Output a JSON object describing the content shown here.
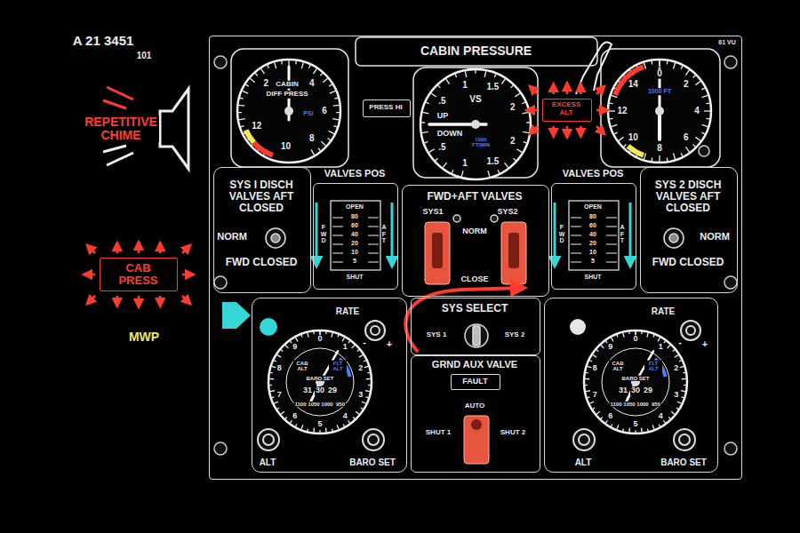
{
  "diagram": {
    "nodes": [
      {
        "text": [
          "CAB PRESS"
        ]
      },
      {
        "text": [
          "CABIN PRESSURE"
        ]
      },
      {
        "text": [
          "PRESS HI"
        ],
        "in": 1
      },
      {
        "text": [
          "EXCESS ALT"
        ],
        "in": 1
      },
      {
        "text": [
          "SYS I DISCH VALVES AFT CLOSED",
          "NORM",
          "FWD CLOSED"
        ],
        "in": 1
      },
      {
        "text": [
          "VALVES POS",
          "OPEN",
          "80",
          "60",
          "40",
          "20",
          "10",
          "5",
          "SHUT",
          "FWD",
          "AFT"
        ],
        "in": 1
      },
      {
        "text": [
          "FWD+AFT VALVES",
          "SYS1",
          "SYS2",
          "NORM",
          "CLOSE"
        ],
        "in": 1
      },
      {
        "text": [
          "VALVES POS",
          "OPEN",
          "80",
          "60",
          "40",
          "20",
          "10",
          "5",
          "SHUT",
          "FWD",
          "AFT"
        ],
        "in": 1
      },
      {
        "text": [
          "SYS 2 DISCH VALVES AFT CLOSED",
          "NORM",
          "FWD CLOSED"
        ],
        "in": 1
      },
      {
        "text": [
          "RATE",
          "ALT",
          "BARO SET"
        ],
        "in": 1
      },
      {
        "text": [
          "SYS SELECT",
          "SYS 1",
          "SYS 2"
        ],
        "in": 1
      },
      {
        "text": [
          "GRND AUX VALVE",
          "AUTO",
          "SHUT 1",
          "SHUT 2"
        ],
        "in": 1
      },
      {
        "text": [
          "FAULT"
        ],
        "in": 11
      },
      {
        "text": [
          "RATE",
          "ALT",
          "BARO SET"
        ],
        "in": 1
      }
    ],
    "labels": [
      "A 21 3451",
      "101",
      "REPETITIVE CHIME",
      "MWP",
      "61 VU",
      "CABIN",
      "DIFF PRESS",
      "PSI",
      "2",
      "4",
      "6",
      "8",
      "10",
      "12",
      "VS",
      "UP",
      "DOWN",
      "1000 FT/MIN",
      ".5",
      "1",
      "1.5",
      "2",
      "2",
      "1.5",
      "1",
      ".5",
      "1000 FT",
      "0",
      "2",
      "4",
      "6",
      "8",
      "10",
      "12",
      "14",
      "CAB ALT",
      "FLT ALT",
      "BARO SET",
      "0",
      "1",
      "2",
      "3",
      "4",
      "5",
      "6",
      "7",
      "8",
      "9",
      "31",
      "30",
      "29",
      "1100",
      "1050",
      "1000",
      "950",
      "-",
      "+",
      "CAB ALT",
      "FLT ALT",
      "BARO SET",
      "0",
      "1",
      "2",
      "3",
      "4",
      "5",
      "6",
      "7",
      "8",
      "9",
      "31",
      "30",
      "29",
      "1100",
      "1050",
      "1000",
      "950",
      "-",
      "+"
    ]
  }
}
